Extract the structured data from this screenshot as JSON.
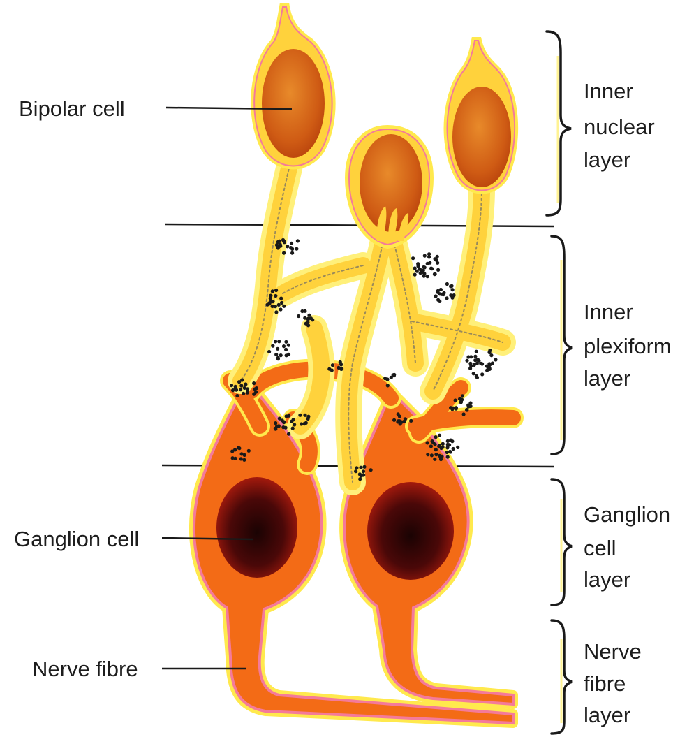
{
  "cell_labels": {
    "bipolar": "Bipolar cell",
    "ganglion": "Ganglion cell",
    "nerve_fibre": "Nerve fibre"
  },
  "layers": {
    "inner_nuclear": [
      "Inner",
      "nuclear",
      "layer"
    ],
    "inner_plexiform": [
      "Inner",
      "plexiform",
      "layer"
    ],
    "ganglion_cell": [
      "Ganglion",
      "cell",
      "layer"
    ],
    "nerve_fibre": [
      "Nerve",
      "fibre",
      "layer"
    ]
  },
  "colors": {
    "glow": "#fff07a",
    "cytoplasm": "#ffd23c",
    "bipolar_nucleus": "#d4661a",
    "ganglion_body": "#f36b16",
    "ganglion_nucleus": "#3a0808",
    "rim": "#f47a9a",
    "synapse": "#1a1a1a"
  }
}
